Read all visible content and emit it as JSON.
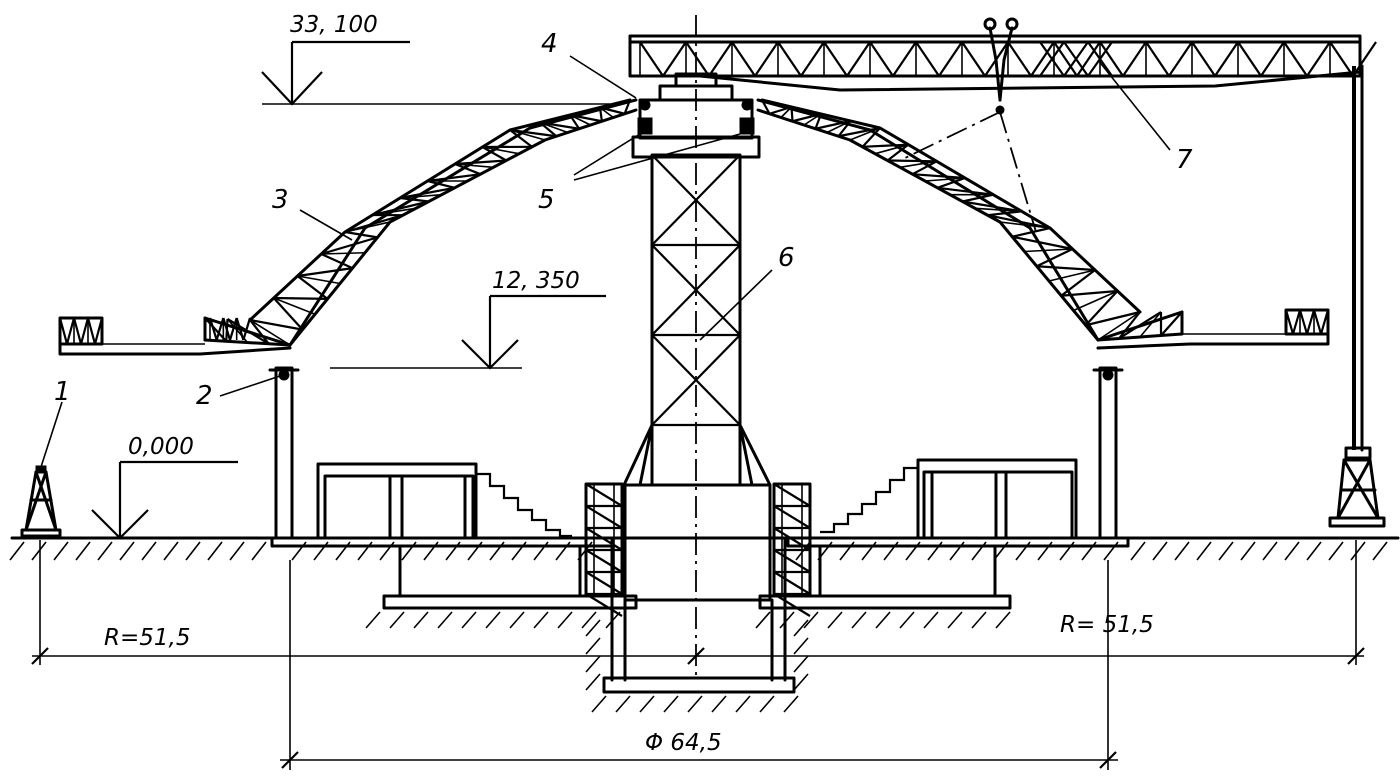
{
  "elevations": {
    "top": "33, 100",
    "mid": "12, 350",
    "ground": "0,000"
  },
  "dimensions": {
    "radius_left": "R=51,5",
    "radius_right": "R= 51,5",
    "diameter": "Φ 64,5"
  },
  "callouts": {
    "c1": "1",
    "c2": "2",
    "c3": "3",
    "c4": "4",
    "c5": "5",
    "c6": "6",
    "c7": "7"
  }
}
